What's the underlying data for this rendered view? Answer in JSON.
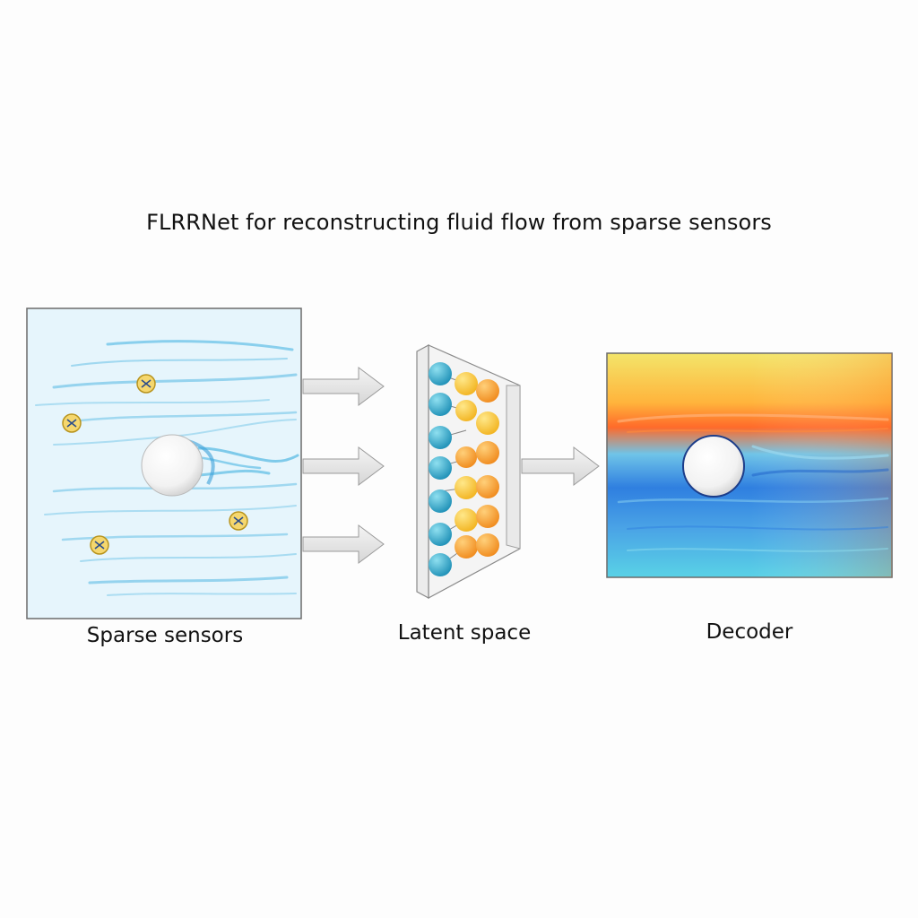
{
  "title": "FLRRNet for reconstructing fluid flow from sparse sensors",
  "panels": {
    "sensors": {
      "label": "Sparse sensors"
    },
    "latent": {
      "label": "Latent space"
    },
    "decoder": {
      "label": "Decoder"
    }
  },
  "colors": {
    "sensor_field": "#e6f5fc",
    "streamline": "#6cc3e6",
    "sensor_marker": "#f5d76e",
    "node_blue": "#2ba3c4",
    "node_yellow": "#f7c534",
    "node_orange": "#f59a2a",
    "arrow": "#e2e2e2",
    "warm": "#ff7a2a",
    "cool": "#2f6fd6"
  },
  "icons": {
    "sensor": "sensor-icon",
    "cylinder": "cylinder-obstacle",
    "arrow": "arrow-right-icon"
  }
}
